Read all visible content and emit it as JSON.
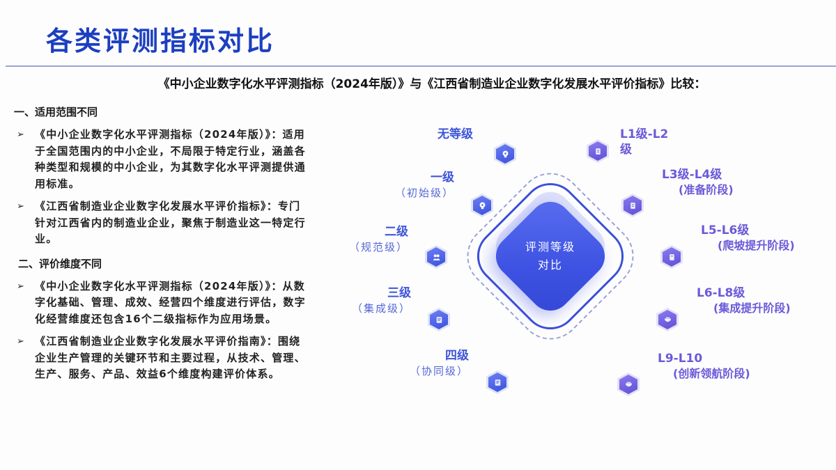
{
  "header": {
    "title": "各类评测指标对比",
    "subtitle": "《中小企业数字化水平评测指标（2024年版）》与《江西省制造业企业数字化发展水平评价指标》比较："
  },
  "sections": [
    {
      "heading": "一、适用范围不同",
      "bullets": [
        "《中小企业数字化水平评测指标（2024年版）》：适用于全国范围内的中小企业，不局限于特定行业，涵盖各种类型和规模的中小企业，为其数字化水平评测提供通用标准。",
        "《江西省制造业企业数字化发展水平评价指标》：专门针对江西省内的制造业企业，聚焦于制造业这一特定行业。"
      ]
    },
    {
      "heading": "二、评价维度不同",
      "bullets": [
        "《中小企业数字化水平评测指标（2024年版）》：从数字化基础、管理、成效、经营四个维度进行评估，数字化经营维度还包含16个二级指标作为应用场景。",
        "《江西省制造业企业数字化发展水平评价指南》：围绕企业生产管理的关键环节和主要过程，从技术、管理、生产、服务、产品、效益6个维度构建评价体系。"
      ]
    }
  ],
  "bullet_icon": "➢",
  "diagram": {
    "center": {
      "line1": "评测等级",
      "line2": "对比"
    },
    "left_levels": [
      {
        "title": "无等级",
        "sub": "",
        "icon": "lightbulb-icon"
      },
      {
        "title": "一级",
        "sub": "（初始级）",
        "icon": "lightbulb-icon"
      },
      {
        "title": "二级",
        "sub": "（规范级）",
        "icon": "users-icon"
      },
      {
        "title": "三级",
        "sub": "（集成级）",
        "icon": "document-icon"
      },
      {
        "title": "四级",
        "sub": "（协同级）",
        "icon": "document-icon"
      }
    ],
    "right_levels": [
      {
        "title": "L1级-L2",
        "sub": "级",
        "icon": "clipboard-icon"
      },
      {
        "title": "L3级-L4级",
        "sub": "(准备阶段)",
        "icon": "clipboard-icon"
      },
      {
        "title": "L5-L6级",
        "sub": "(爬坡提升阶段)",
        "icon": "clipboard-icon"
      },
      {
        "title": "L6-L8级",
        "sub": "(集成提升阶段)",
        "icon": "box-icon"
      },
      {
        "title": "L9-L10",
        "sub": "(创新领航阶段)",
        "icon": "box-icon"
      }
    ],
    "colors": {
      "primary_blue": "#3d52e2",
      "left_label": "#3f56d8",
      "right_label": "#6b5ad8",
      "title_blue": "#1c3fc0"
    }
  }
}
